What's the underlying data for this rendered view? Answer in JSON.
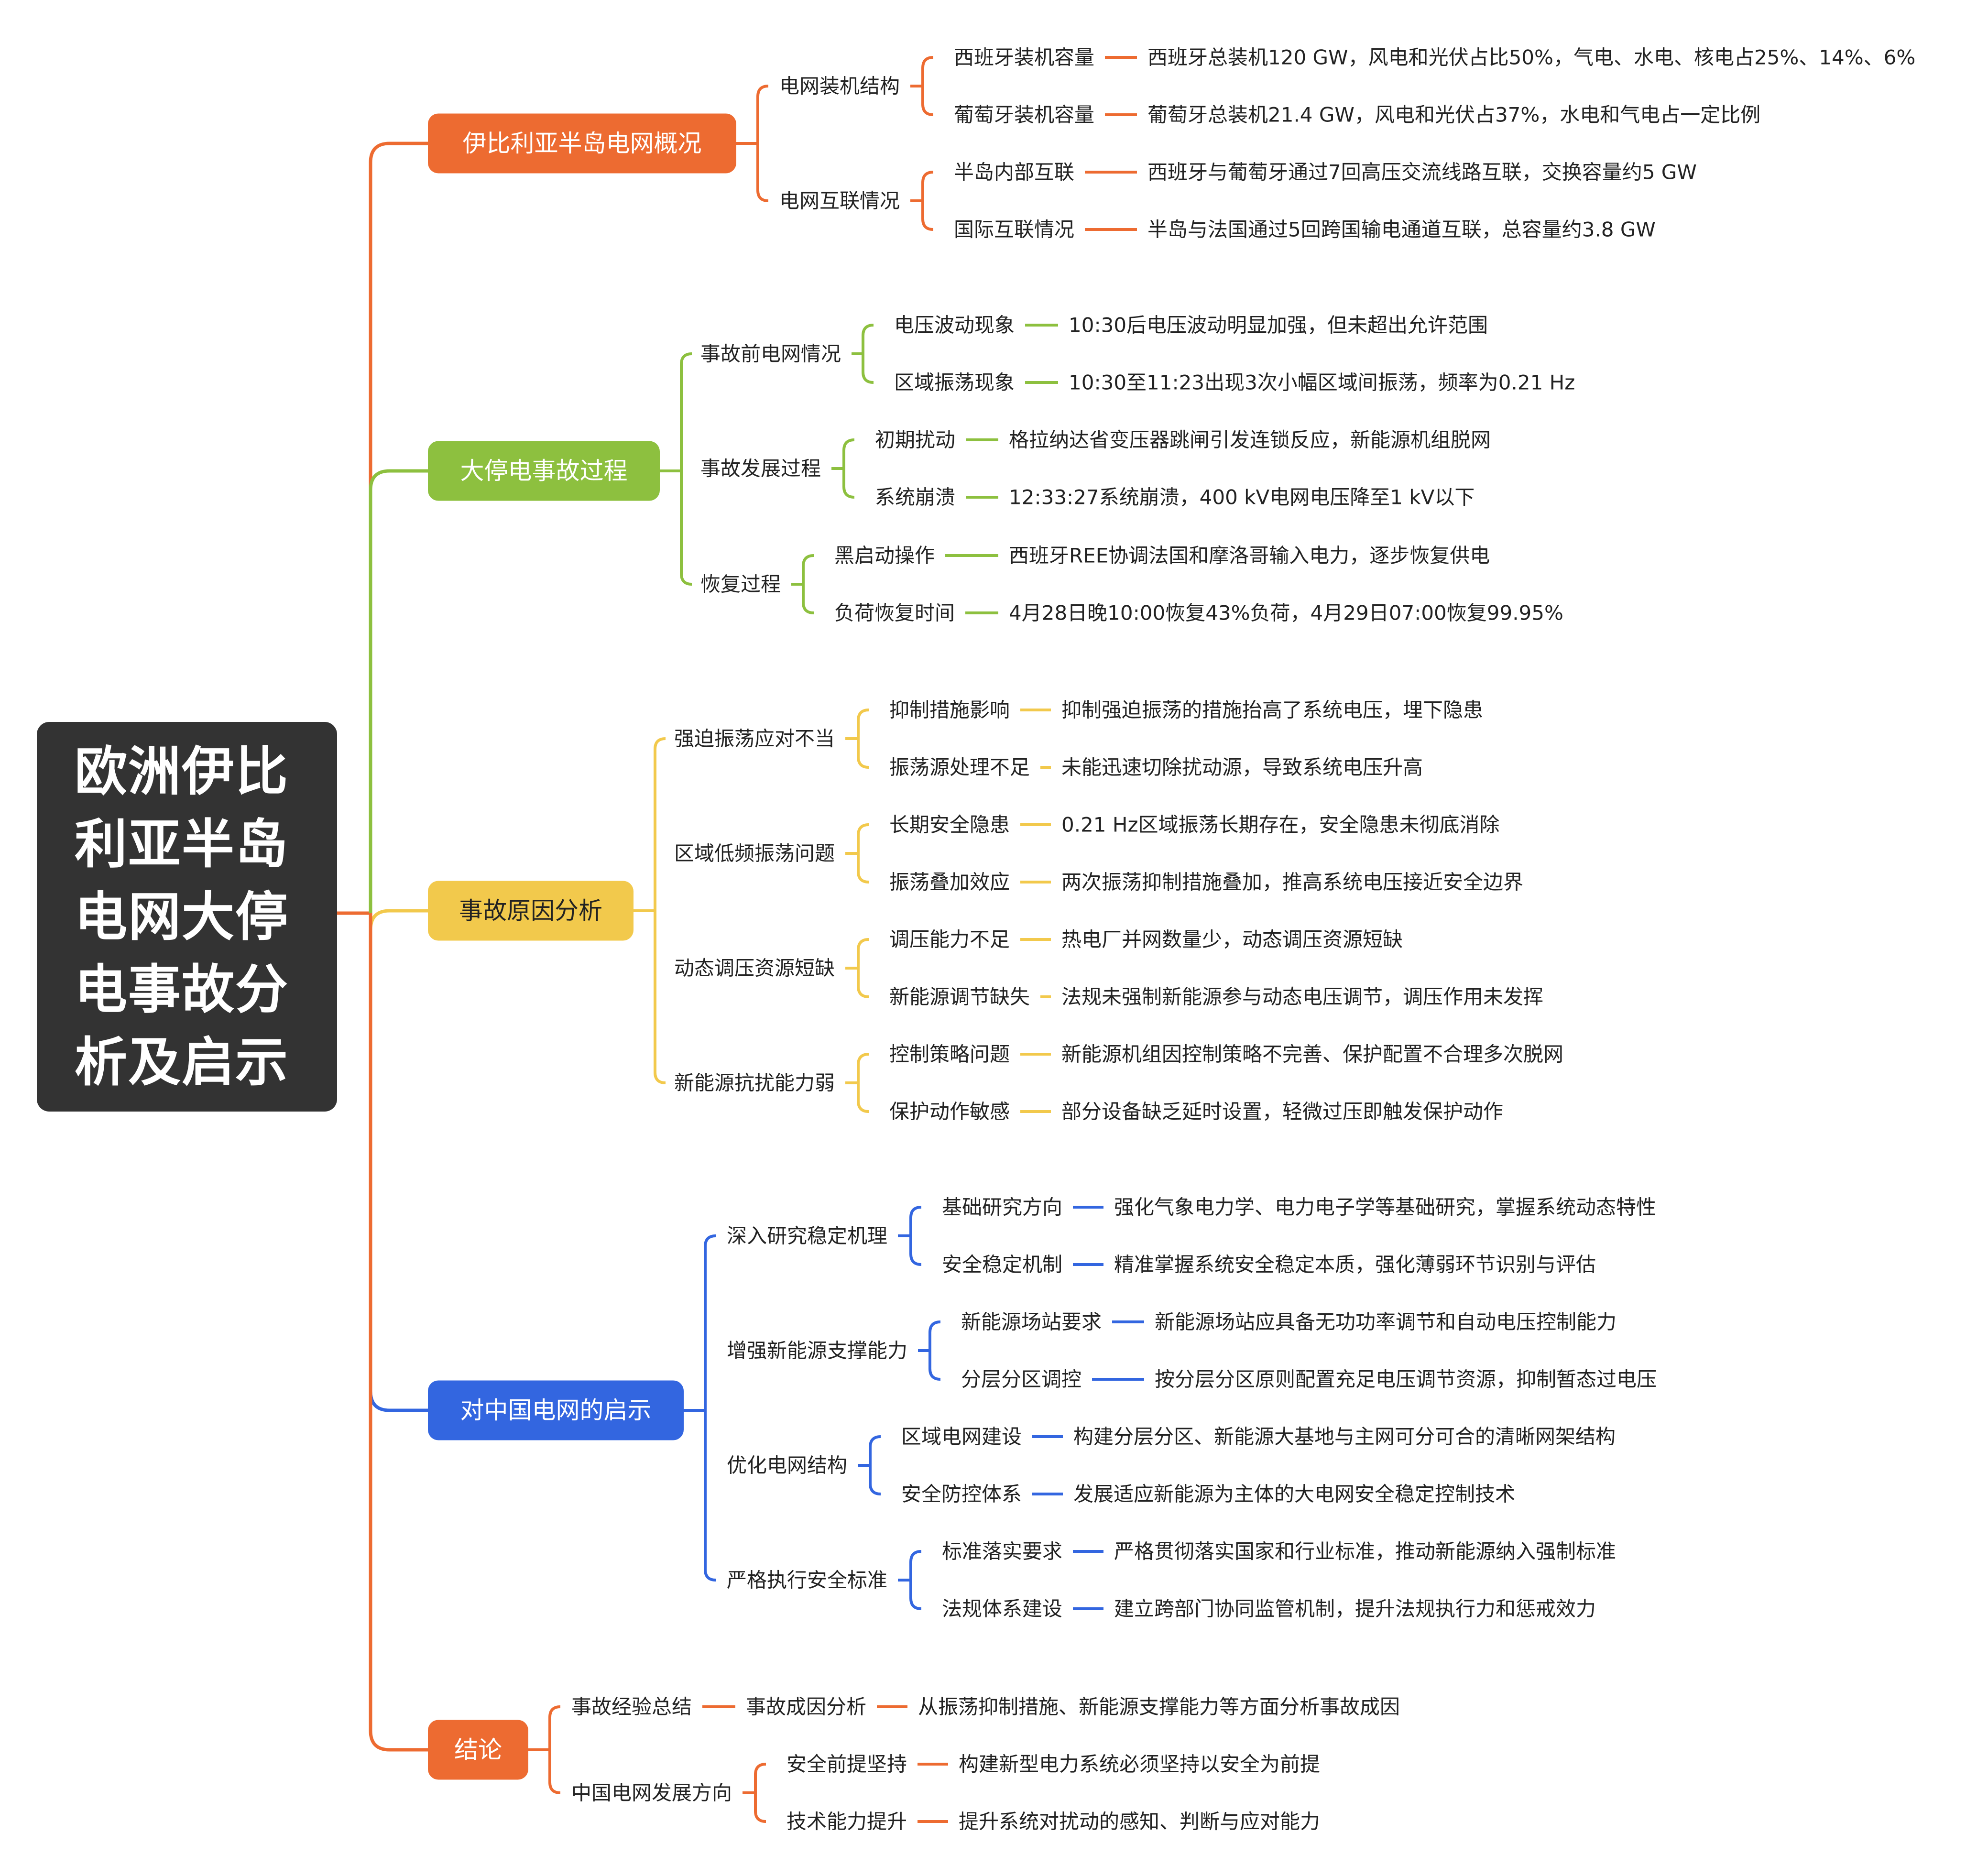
{
  "root": {
    "title": "欧洲伊比利亚半岛电网大停电事故分析及启示"
  },
  "branches": [
    {
      "key": "overview",
      "label": "伊比利亚半岛电网概况",
      "color": "#ED6B31",
      "children": [
        {
          "label": "电网装机结构",
          "children": [
            {
              "label": "西班牙装机容量",
              "detail": "西班牙总装机120 GW，风电和光伏占比50%，气电、水电、核电占25%、14%、6%"
            },
            {
              "label": "葡萄牙装机容量",
              "detail": "葡萄牙总装机21.4 GW，风电和光伏占37%，水电和气电占一定比例"
            }
          ]
        },
        {
          "label": "电网互联情况",
          "children": [
            {
              "label": "半岛内部互联",
              "detail": "西班牙与葡萄牙通过7回高压交流线路互联，交换容量约5 GW"
            },
            {
              "label": "国际互联情况",
              "detail": "半岛与法国通过5回跨国输电通道互联，总容量约3.8 GW"
            }
          ]
        }
      ]
    },
    {
      "key": "process",
      "label": "大停电事故过程",
      "color": "#8DC03F",
      "children": [
        {
          "label": "事故前电网情况",
          "children": [
            {
              "label": "电压波动现象",
              "detail": "10:30后电压波动明显加强，但未超出允许范围"
            },
            {
              "label": "区域振荡现象",
              "detail": "10:30至11:23出现3次小幅区域间振荡，频率为0.21 Hz"
            }
          ]
        },
        {
          "label": "事故发展过程",
          "children": [
            {
              "label": "初期扰动",
              "detail": "格拉纳达省变压器跳闸引发连锁反应，新能源机组脱网"
            },
            {
              "label": "系统崩溃",
              "detail": "12:33:27系统崩溃，400 kV电网电压降至1 kV以下"
            }
          ]
        },
        {
          "label": "恢复过程",
          "children": [
            {
              "label": "黑启动操作",
              "detail": "西班牙REE协调法国和摩洛哥输入电力，逐步恢复供电"
            },
            {
              "label": "负荷恢复时间",
              "detail": "4月28日晚10:00恢复43%负荷，4月29日07:00恢复99.95%"
            }
          ]
        }
      ]
    },
    {
      "key": "causes",
      "label": "事故原因分析",
      "color": "#F2C94C",
      "children": [
        {
          "label": "强迫振荡应对不当",
          "children": [
            {
              "label": "抑制措施影响",
              "detail": "抑制强迫振荡的措施抬高了系统电压，埋下隐患"
            },
            {
              "label": "振荡源处理不足",
              "detail": "未能迅速切除扰动源，导致系统电压升高"
            }
          ]
        },
        {
          "label": "区域低频振荡问题",
          "children": [
            {
              "label": "长期安全隐患",
              "detail": "0.21 Hz区域振荡长期存在，安全隐患未彻底消除"
            },
            {
              "label": "振荡叠加效应",
              "detail": "两次振荡抑制措施叠加，推高系统电压接近安全边界"
            }
          ]
        },
        {
          "label": "动态调压资源短缺",
          "children": [
            {
              "label": "调压能力不足",
              "detail": "热电厂并网数量少，动态调压资源短缺"
            },
            {
              "label": "新能源调节缺失",
              "detail": "法规未强制新能源参与动态电压调节，调压作用未发挥"
            }
          ]
        },
        {
          "label": "新能源抗扰能力弱",
          "children": [
            {
              "label": "控制策略问题",
              "detail": "新能源机组因控制策略不完善、保护配置不合理多次脱网"
            },
            {
              "label": "保护动作敏感",
              "detail": "部分设备缺乏延时设置，轻微过压即触发保护动作"
            }
          ]
        }
      ]
    },
    {
      "key": "lessons",
      "label": "对中国电网的启示",
      "color": "#3366E0",
      "children": [
        {
          "label": "深入研究稳定机理",
          "children": [
            {
              "label": "基础研究方向",
              "detail": "强化气象电力学、电力电子学等基础研究，掌握系统动态特性"
            },
            {
              "label": "安全稳定机制",
              "detail": "精准掌握系统安全稳定本质，强化薄弱环节识别与评估"
            }
          ]
        },
        {
          "label": "增强新能源支撑能力",
          "children": [
            {
              "label": "新能源场站要求",
              "detail": "新能源场站应具备无功功率调节和自动电压控制能力"
            },
            {
              "label": "分层分区调控",
              "detail": "按分层分区原则配置充足电压调节资源，抑制暂态过电压"
            }
          ]
        },
        {
          "label": "优化电网结构",
          "children": [
            {
              "label": "区域电网建设",
              "detail": "构建分层分区、新能源大基地与主网可分可合的清晰网架结构"
            },
            {
              "label": "安全防控体系",
              "detail": "发展适应新能源为主体的大电网安全稳定控制技术"
            }
          ]
        },
        {
          "label": "严格执行安全标准",
          "children": [
            {
              "label": "标准落实要求",
              "detail": "严格贯彻落实国家和行业标准，推动新能源纳入强制标准"
            },
            {
              "label": "法规体系建设",
              "detail": "建立跨部门协同监管机制，提升法规执行力和惩戒效力"
            }
          ]
        }
      ]
    },
    {
      "key": "conclusion",
      "label": "结论",
      "color": "#ED6B31",
      "children": [
        {
          "label": "事故经验总结",
          "children": [
            {
              "label": "事故成因分析",
              "detail": "从振荡抑制措施、新能源支撑能力等方面分析事故成因"
            }
          ]
        },
        {
          "label": "中国电网发展方向",
          "children": [
            {
              "label": "安全前提坚持",
              "detail": "构建新型电力系统必须坚持以安全为前提"
            },
            {
              "label": "技术能力提升",
              "detail": "提升系统对扰动的感知、判断与应对能力"
            }
          ]
        }
      ]
    }
  ]
}
